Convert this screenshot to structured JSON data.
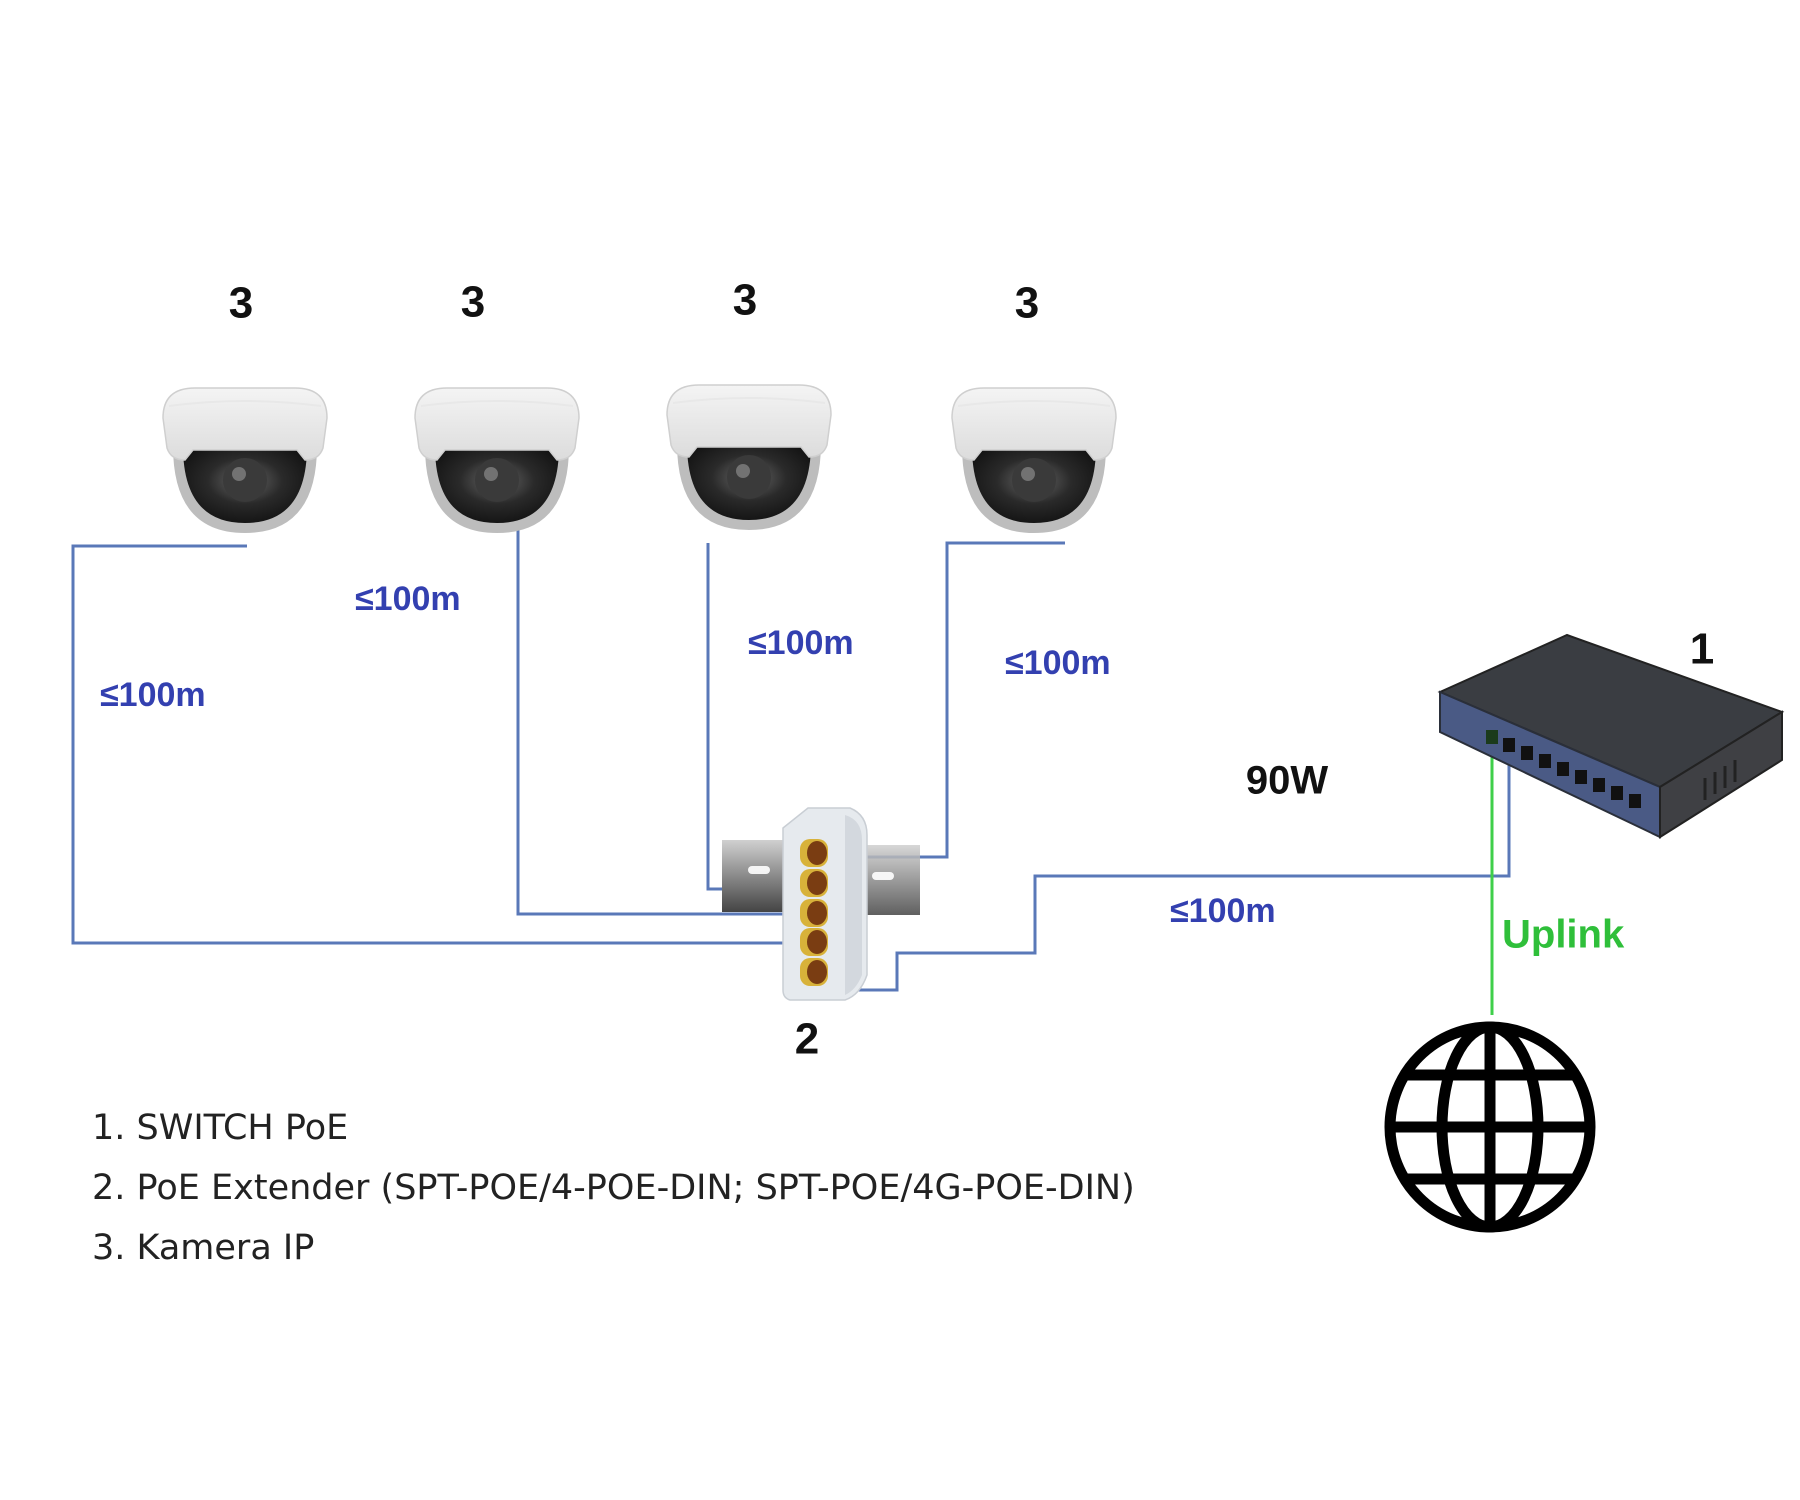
{
  "diagram": {
    "title": "PoE camera connection diagram",
    "nodes": {
      "switch": {
        "label": "1",
        "name": "SWITCH PoE"
      },
      "extender": {
        "label": "2",
        "name": "PoE Extender"
      },
      "cameras": [
        {
          "label": "3",
          "name": "Kamera IP"
        },
        {
          "label": "3",
          "name": "Kamera IP"
        },
        {
          "label": "3",
          "name": "Kamera IP"
        },
        {
          "label": "3",
          "name": "Kamera IP"
        }
      ],
      "internet": {
        "icon": "globe-icon"
      }
    },
    "links": [
      {
        "from": "camera-1",
        "to": "extender",
        "distance": "≤100m"
      },
      {
        "from": "camera-2",
        "to": "extender",
        "distance": "≤100m"
      },
      {
        "from": "camera-3",
        "to": "extender",
        "distance": "≤100m"
      },
      {
        "from": "camera-4",
        "to": "extender",
        "distance": "≤100m"
      },
      {
        "from": "extender",
        "to": "switch",
        "distance": "≤100m",
        "power": "90W"
      },
      {
        "from": "switch",
        "to": "internet",
        "label": "Uplink"
      }
    ],
    "colors": {
      "wire": "#5a78b8",
      "distance_text": "#3340b0",
      "uplink": "#3fcf4a"
    }
  },
  "legend": [
    "1. SWITCH PoE",
    "2. PoE Extender (SPT-POE/4-POE-DIN; SPT-POE/4G-POE-DIN)",
    "3. Kamera IP"
  ]
}
